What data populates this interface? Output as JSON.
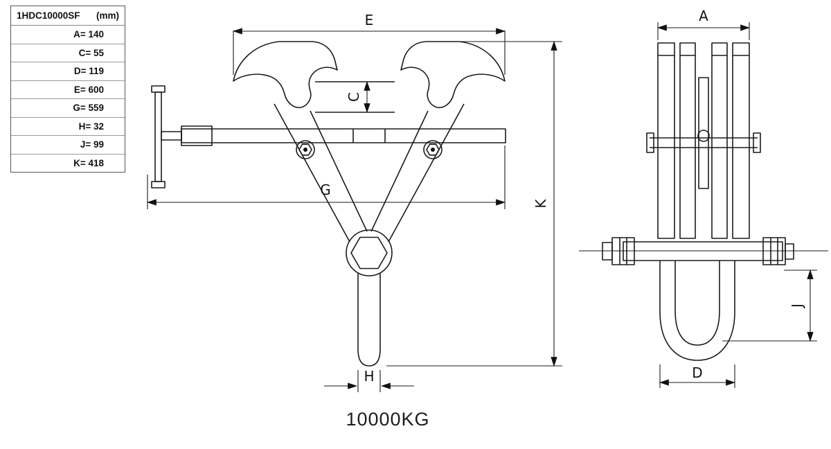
{
  "table": {
    "model": "1HDC10000SF",
    "unit": "(mm)",
    "rows": [
      "A= 140",
      "C= 55",
      "D= 119",
      "E= 600",
      "G= 559",
      "H= 32",
      "J= 99",
      "K= 418"
    ]
  },
  "dims": {
    "E": "E",
    "C": "C",
    "G": "G",
    "K": "K",
    "H": "H",
    "A": "A",
    "J": "J",
    "D": "D"
  },
  "capacity": "10000KG"
}
